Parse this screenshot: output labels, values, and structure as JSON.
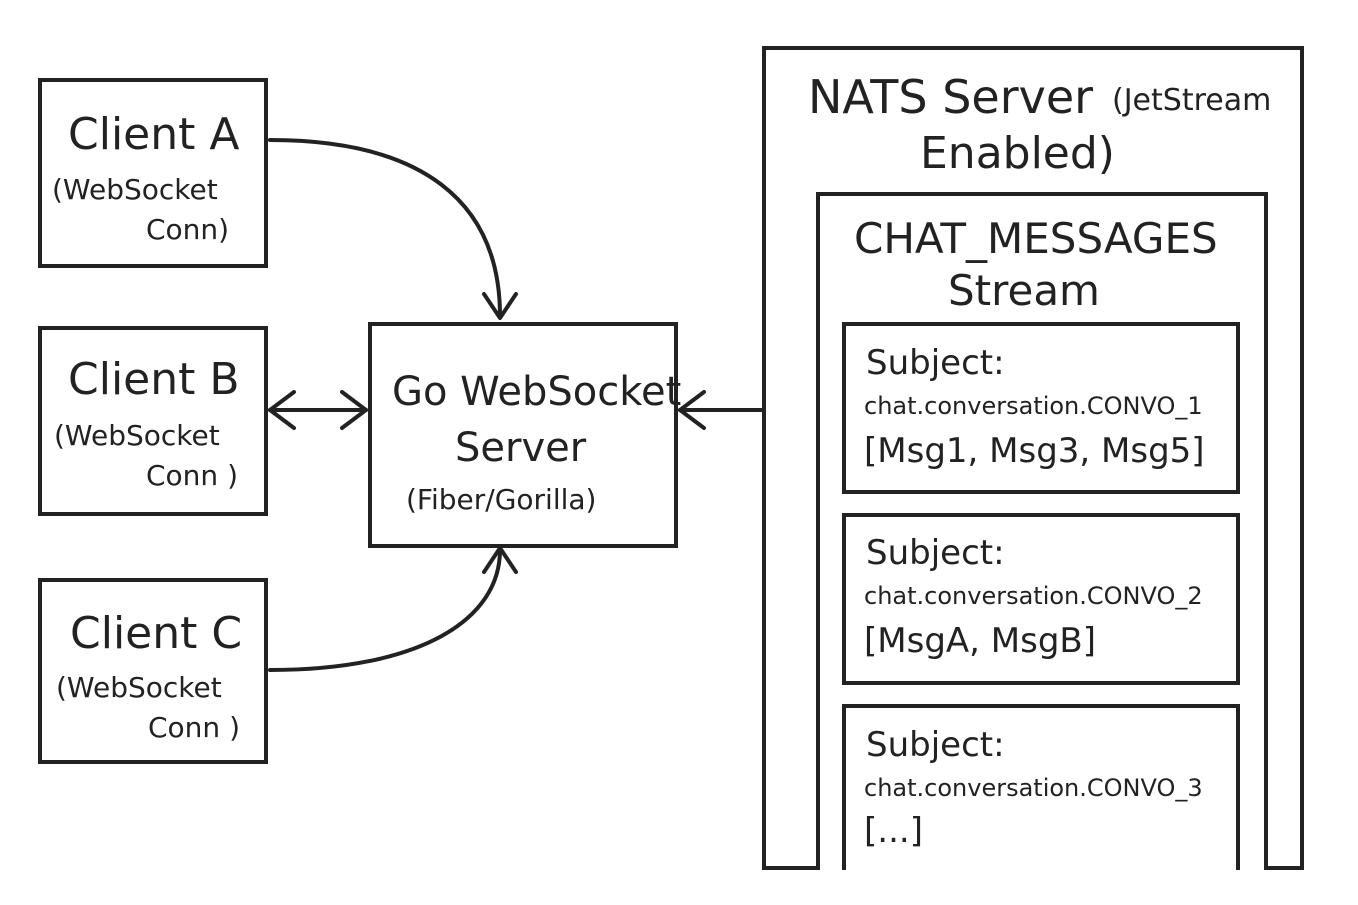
{
  "colors": {
    "ink": "#222222",
    "paper": "#ffffff"
  },
  "clients": [
    {
      "name": "Client A",
      "detail_line1": "(WebSocket",
      "detail_line2": "Conn)"
    },
    {
      "name": "Client B",
      "detail_line1": "(WebSocket",
      "detail_line2": "Conn )"
    },
    {
      "name": "Client C",
      "detail_line1": "(WebSocket",
      "detail_line2": "Conn )"
    }
  ],
  "server": {
    "line1": "Go WebSocket",
    "line2": "Server",
    "line3": "(Fiber/Gorilla)"
  },
  "nats": {
    "title_main": "NATS Server",
    "title_paren": "(JetStream",
    "title_line2": "Enabled)",
    "stream": {
      "line1": "CHAT_MESSAGES",
      "line2": "Stream",
      "subjects": [
        {
          "label": "Subject:",
          "name": "chat.conversation.CONVO_1",
          "messages": "[Msg1, Msg3, Msg5]"
        },
        {
          "label": "Subject:",
          "name": "chat.conversation.CONVO_2",
          "messages": "[MsgA, MsgB]"
        },
        {
          "label": "Subject:",
          "name": "chat.conversation.CONVO_3",
          "messages": "[...]"
        }
      ]
    }
  }
}
